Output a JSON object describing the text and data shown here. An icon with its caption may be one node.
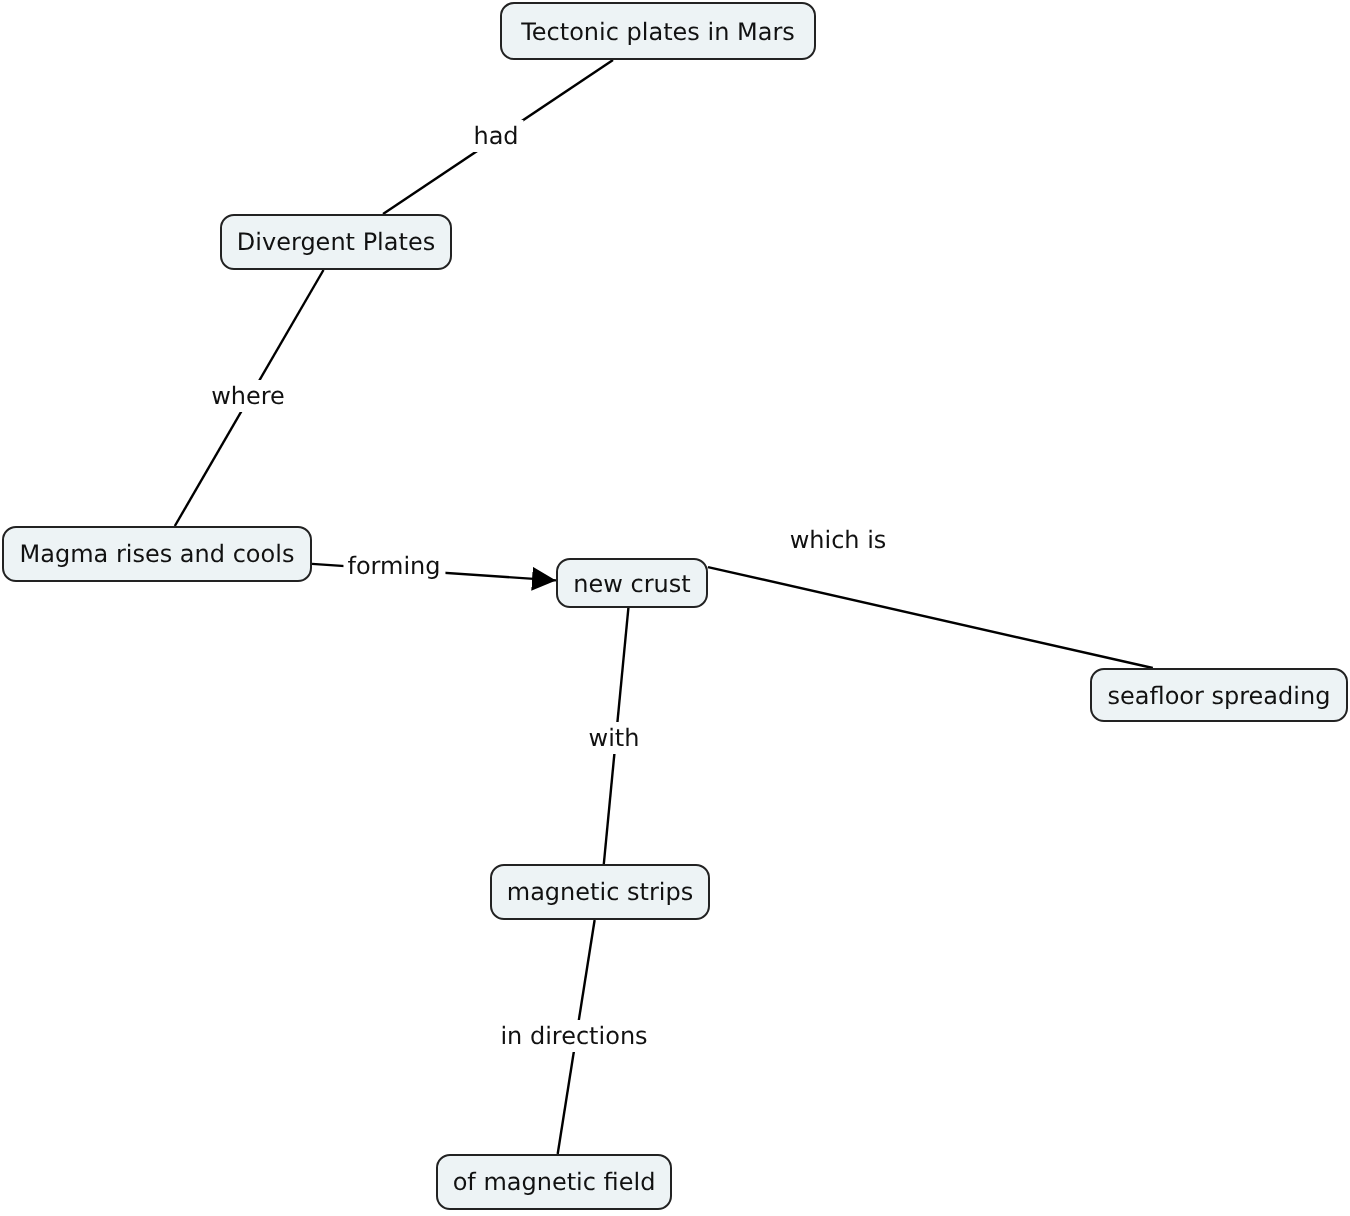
{
  "diagram": {
    "nodes": [
      {
        "text": [
          "Tectonic plates in Mars"
        ]
      },
      {
        "text": [
          "Divergent Plates"
        ]
      },
      {
        "text": [
          "Magma rises and cools"
        ]
      },
      {
        "text": [
          "new crust"
        ]
      },
      {
        "text": [
          "seafloor spreading"
        ]
      },
      {
        "text": [
          "magnetic strips"
        ]
      },
      {
        "text": [
          "of magnetic field"
        ]
      }
    ],
    "edges": [
      {
        "from": 0,
        "to": 1,
        "arrow": "none",
        "label": "had"
      },
      {
        "from": 1,
        "to": 2,
        "arrow": "none",
        "label": "where"
      },
      {
        "from": 2,
        "to": 3,
        "arrow": "to",
        "label": "forming"
      },
      {
        "from": 3,
        "to": 4,
        "arrow": "none",
        "label": "which is"
      },
      {
        "from": 3,
        "to": 5,
        "arrow": "none",
        "label": "with"
      },
      {
        "from": 5,
        "to": 6,
        "arrow": "none",
        "label": "in directions"
      }
    ]
  }
}
